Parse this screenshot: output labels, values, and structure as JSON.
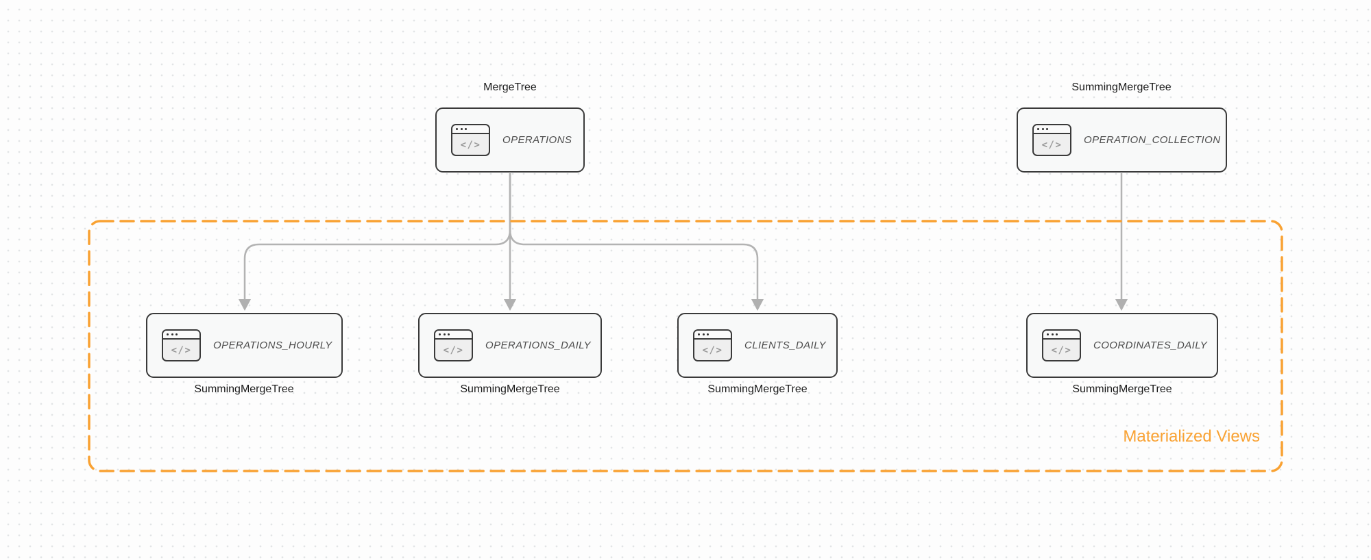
{
  "diagram": {
    "title_hint": "table-to-materialized-view flow",
    "group": {
      "label": "Materialized Views"
    },
    "nodes": [
      {
        "id": "operations",
        "table": "OPERATIONS",
        "engine": "MergeTree",
        "engine_label_position": "top"
      },
      {
        "id": "operation-collection",
        "table": "OPERATION_COLLECTION",
        "engine": "SummingMergeTree",
        "engine_label_position": "top"
      },
      {
        "id": "operations-hourly",
        "table": "OPERATIONS_HOURLY",
        "engine": "SummingMergeTree",
        "engine_label_position": "bottom"
      },
      {
        "id": "operations-daily",
        "table": "OPERATIONS_DAILY",
        "engine": "SummingMergeTree",
        "engine_label_position": "bottom"
      },
      {
        "id": "clients-daily",
        "table": "CLIENTS_DAILY",
        "engine": "SummingMergeTree",
        "engine_label_position": "bottom"
      },
      {
        "id": "coordinates-daily",
        "table": "COORDINATES_DAILY",
        "engine": "SummingMergeTree",
        "engine_label_position": "bottom"
      }
    ],
    "edges": [
      {
        "from": "OPERATIONS",
        "to": "OPERATIONS_HOURLY"
      },
      {
        "from": "OPERATIONS",
        "to": "OPERATIONS_DAILY"
      },
      {
        "from": "OPERATIONS",
        "to": "CLIENTS_DAILY"
      },
      {
        "from": "OPERATION_COLLECTION",
        "to": "COORDINATES_DAILY"
      }
    ],
    "icons": {
      "node_icon": "browser-code-window-icon",
      "node_icon_glyph": "</>"
    },
    "colors": {
      "group_accent": "#f9a233",
      "arrow": "#b3b3b3",
      "node_border": "#3a3a3a",
      "node_background": "#f8f9f9",
      "canvas_background": "#fdfdfd",
      "grid_dot": "#e2e4e6",
      "node_text": "#4c4c4c",
      "engine_text": "#1a1a1a"
    }
  }
}
